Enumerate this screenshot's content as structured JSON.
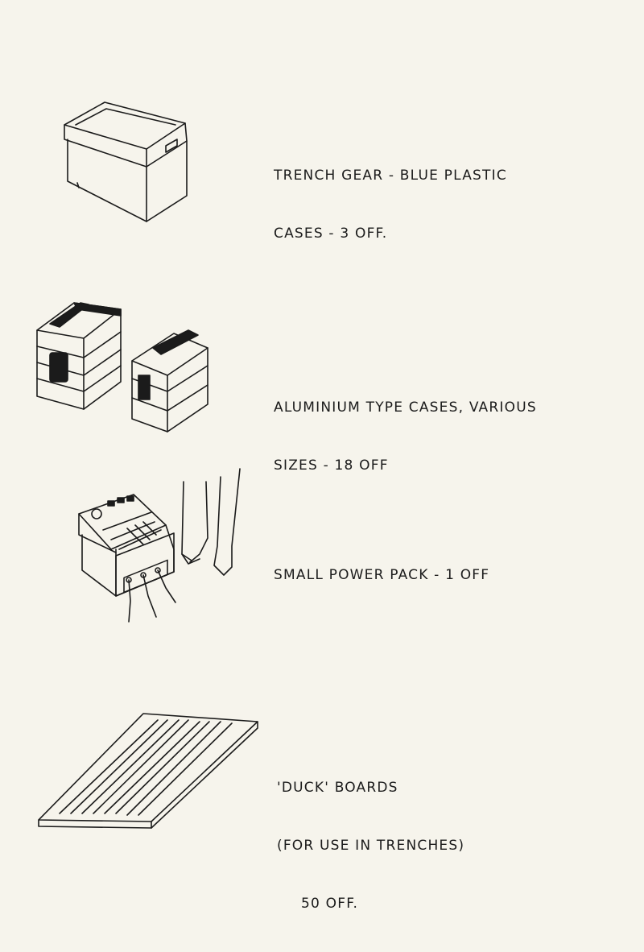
{
  "items": [
    {
      "icon": "plastic-crate-icon",
      "lines": [
        "TRENCH GEAR - BLUE PLASTIC",
        "CASES - 3 OFF."
      ]
    },
    {
      "icon": "aluminium-cases-icon",
      "lines": [
        "ALUMINIUM TYPE CASES, VARIOUS",
        "SIZES - 18 OFF"
      ]
    },
    {
      "icon": "power-pack-icon",
      "lines": [
        "SMALL POWER PACK - 1 OFF"
      ]
    },
    {
      "icon": "duck-board-icon",
      "lines": [
        "'DUCK' BOARDS",
        "(FOR USE IN TRENCHES)",
        "50 OFF."
      ]
    }
  ]
}
